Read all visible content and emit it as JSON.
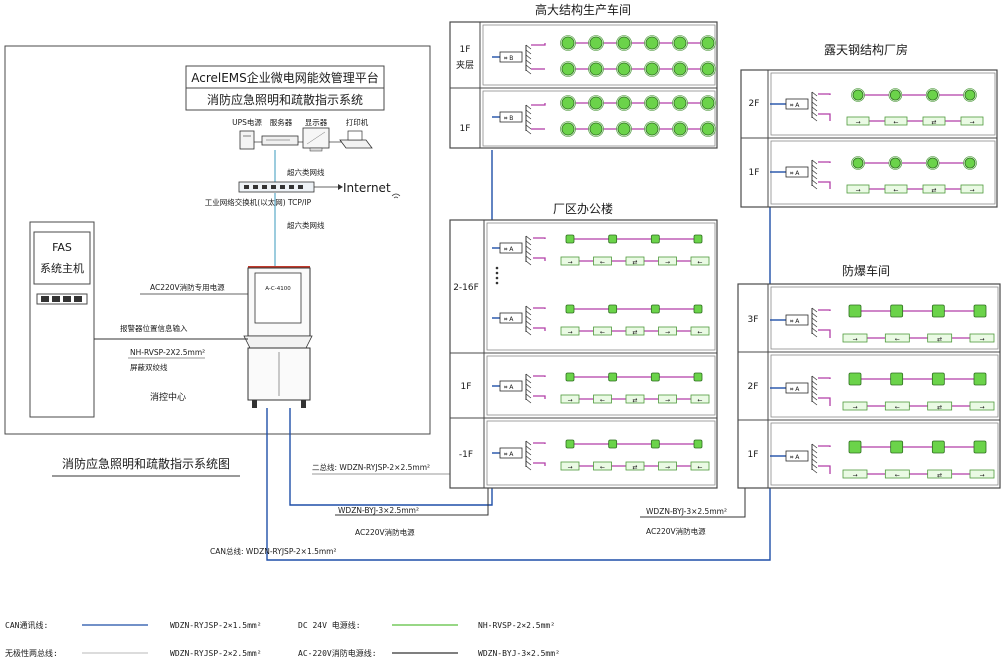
{
  "platform": {
    "title_line1": "AcrelEMS企业微电网能效管理平台",
    "title_line2": "消防应急照明和疏散指示系统"
  },
  "devices": {
    "ups": "UPS电源",
    "server": "服务器",
    "monitor": "显示器",
    "printer": "打印机",
    "screen_model": "A-C-4100"
  },
  "network": {
    "cable_upper": "超六类网线",
    "cable_lower": "超六类网线",
    "internet": "Internet",
    "switch_label": "工业网络交换机(以太网) TCP/IP"
  },
  "fas": {
    "line1": "FAS",
    "line2": "系统主机"
  },
  "control_center": {
    "power_label": "AC220V消防专用电源",
    "alarm_input": "报警器位置信息输入",
    "cable_spec": "NH-RVSP-2X2.5mm²",
    "cable_type": "屏蔽双绞线",
    "room_name": "消控中心"
  },
  "diagram_title": "消防应急照明和疏散指示系统图",
  "bus_labels": {
    "two_bus": "二总线: WDZN-RYJSP-2×2.5mm²",
    "can_bus": "CAN总线: WDZN-RYJSP-2×1.5mm²",
    "byj_left": "WDZN-BYJ-3×2.5mm²",
    "ac_left": "AC220V消防电源",
    "byj_right": "WDZN-BYJ-3×2.5mm²",
    "ac_right": "AC220V消防电源"
  },
  "buildings": {
    "tall": {
      "title": "高大结构生产车间",
      "floors": [
        "1F 夹层",
        "1F"
      ]
    },
    "office": {
      "title": "厂区办公楼",
      "floors": [
        "2-16F",
        "1F",
        "-1F"
      ]
    },
    "steel": {
      "title": "露天钢结构厂房",
      "floors": [
        "2F",
        "1F"
      ]
    },
    "explosion": {
      "title": "防爆车间",
      "floors": [
        "3F",
        "2F",
        "1F"
      ]
    }
  },
  "legend": [
    {
      "name": "CAN通讯线:",
      "spec": "WDZN-RYJSP-2×1.5mm²",
      "color": "#1f4fa8"
    },
    {
      "name": "无极性两总线:",
      "spec": "WDZN-RYJSP-2×2.5mm²",
      "color": "#c8c8c8"
    },
    {
      "name": "DC 24V 电源线:",
      "spec": "NH-RVSP-2×2.5mm²",
      "color": "#5bbf3d"
    },
    {
      "name": "AC-220V消防电源线:",
      "spec": "WDZN-BYJ-3×2.5mm²",
      "color": "#333333"
    }
  ],
  "colors": {
    "can_line": "#1f4fa8",
    "loop_line": "#b23fa8",
    "lamp": "#6bd34a"
  }
}
